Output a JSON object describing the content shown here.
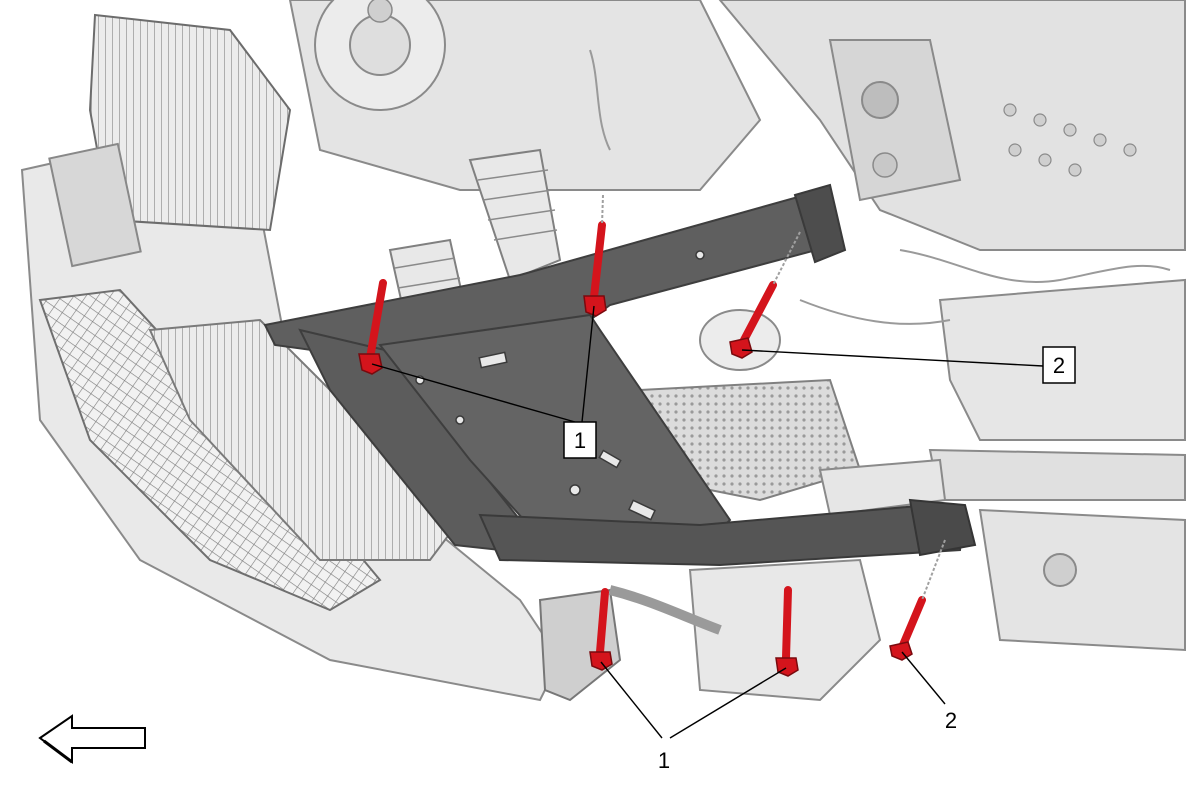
{
  "callouts": [
    {
      "id": "c1-box",
      "label": "1",
      "boxed": true
    },
    {
      "id": "c2-box",
      "label": "2",
      "boxed": true
    },
    {
      "id": "c1-free",
      "label": "1",
      "boxed": false
    },
    {
      "id": "c2-free",
      "label": "2",
      "boxed": false
    }
  ],
  "colors": {
    "fastener": "#d4141c",
    "crossmember": "#5f5f5f",
    "crossmember_dark": "#474747",
    "background_part": "#e3e3e3",
    "outline": "#8a8a8a"
  },
  "icons": {
    "direction": "arrow-left-outline-icon"
  }
}
